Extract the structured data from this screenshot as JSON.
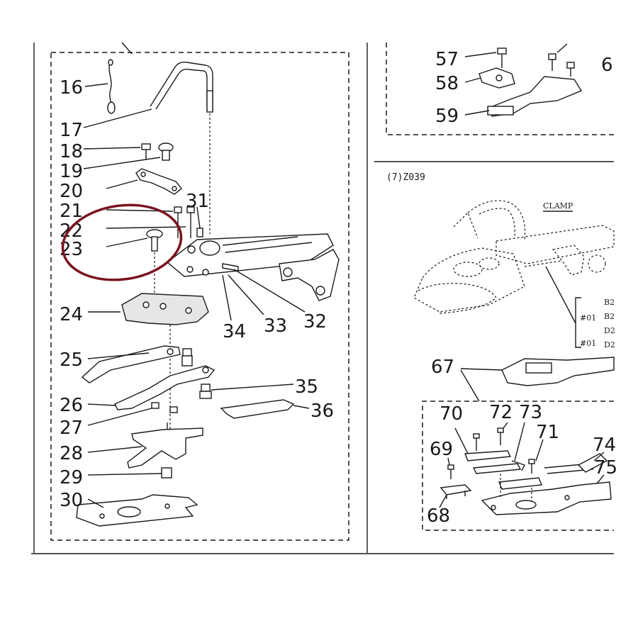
{
  "left_panel": {
    "callouts": [
      "16",
      "17",
      "18",
      "19",
      "20",
      "21",
      "22",
      "23",
      "24",
      "25",
      "26",
      "27",
      "28",
      "29",
      "30",
      "31",
      "32",
      "33",
      "34",
      "35",
      "36"
    ]
  },
  "top_right_panel": {
    "callouts": [
      "57",
      "58",
      "59",
      "6"
    ]
  },
  "bottom_right_panel": {
    "section_code": "(7)Z039",
    "clamp_label": "CLAMP",
    "bracket_labels": [
      "#01",
      "#01"
    ],
    "side_codes": [
      "B2",
      "B2",
      "D2",
      "D2"
    ],
    "callouts": [
      "67",
      "68",
      "69",
      "70",
      "72",
      "73",
      "71",
      "74",
      "75"
    ]
  },
  "highlight": {
    "color": "#7a1420",
    "target": "21-23"
  }
}
